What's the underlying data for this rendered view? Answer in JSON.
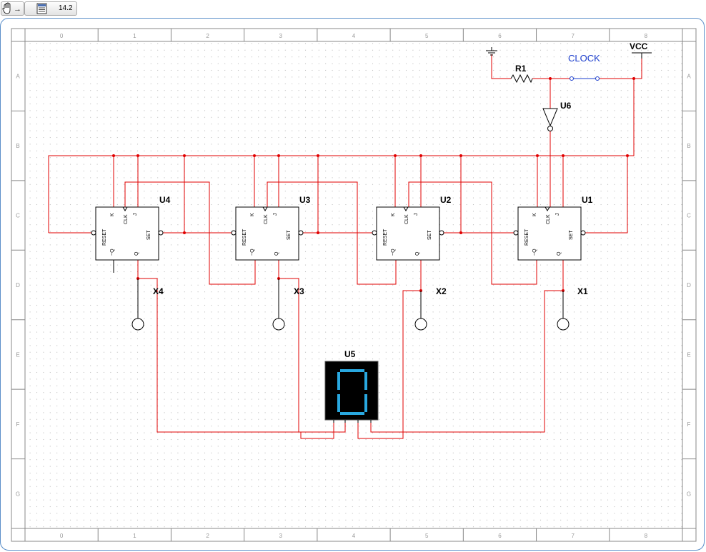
{
  "toolbar": {
    "pan_tool": "hand-pan-tool",
    "arrow": "→",
    "zoom_level": "14.2"
  },
  "sheet": {
    "col_labels": [
      "0",
      "1",
      "2",
      "3",
      "4",
      "5",
      "6",
      "7",
      "8"
    ],
    "row_labels": [
      "A",
      "B",
      "C",
      "D",
      "E",
      "F",
      "G"
    ]
  },
  "components": {
    "u1": "U1",
    "u2": "U2",
    "u3": "U3",
    "u4": "U4",
    "u5": "U5",
    "u6": "U6",
    "r1": "R1",
    "vcc": "VCC",
    "clock": "CLOCK",
    "x1": "X1",
    "x2": "X2",
    "x3": "X3",
    "x4": "X4"
  },
  "pins": {
    "k": "K",
    "clk": "CLK",
    "j": "J",
    "reset": "RESET",
    "set": "SET",
    "q": "Q",
    "nq": "~Q"
  },
  "display": {
    "digit": "0"
  },
  "colors": {
    "wire": "#e00000",
    "component": "#000000",
    "clock_label": "#1a3ccc",
    "segment_on": "#29a8e0",
    "frame_border": "#5b8fc9",
    "grid_dot": "#b4b4b4"
  }
}
